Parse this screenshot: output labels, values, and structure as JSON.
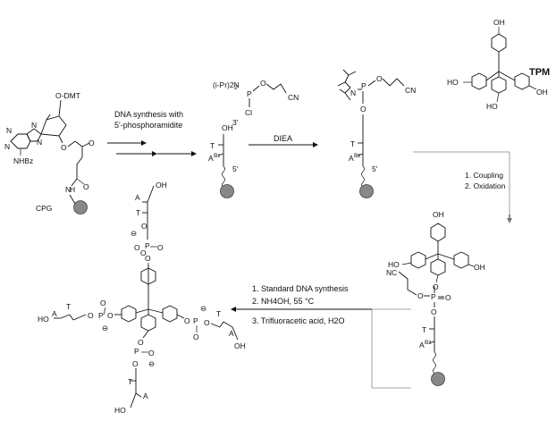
{
  "steps": {
    "s1_line1": "DNA synthesis with",
    "s1_line2": "5'-phosphoramidite",
    "s2": "DIEA",
    "s3_line1": "1. Coupling",
    "s3_line2": "2. Oxidation",
    "s4_line1": "1. Standard DNA synthesis",
    "s4_line2": "2. NH4OH, 55 °C",
    "s4_line3": "3. Trifluoracetic acid, H2O"
  },
  "labels": {
    "tpm": "TPM",
    "odmt": "O-DMT",
    "nhbz": "NHBz",
    "cpg": "CPG",
    "n": "N",
    "nh": "H",
    "o": "O",
    "oh": "OH",
    "ho": "HO",
    "p": "P",
    "cl": "Cl",
    "cn": "CN",
    "nc": "NC",
    "ipr": "(i-Pr)2N",
    "t": "T",
    "a": "A",
    "abz": "A",
    "bz": "Bz",
    "three_prime": "3'",
    "five_prime": "5'",
    "minus": "⊖"
  }
}
